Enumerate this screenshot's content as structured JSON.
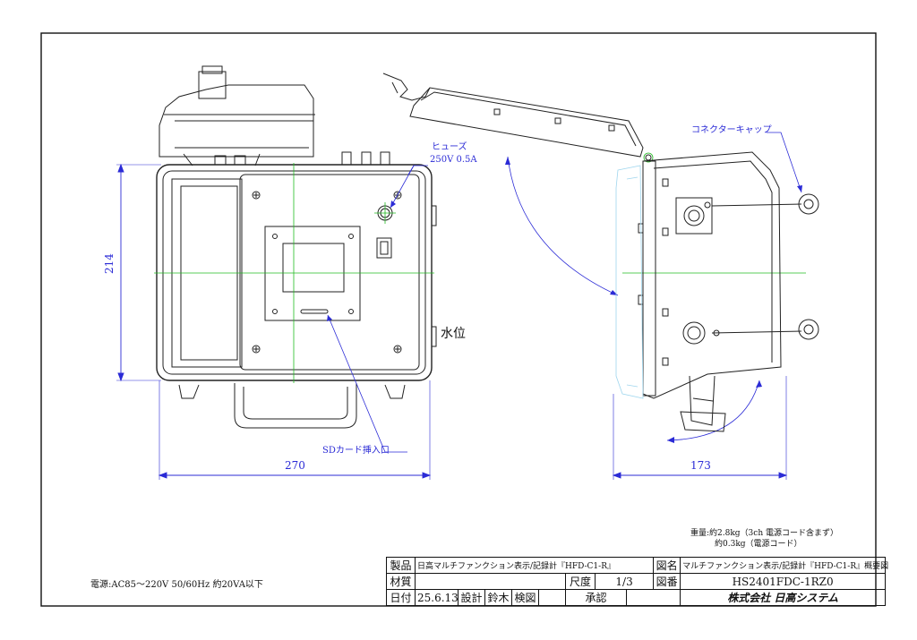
{
  "annotations": {
    "fuse_label": "ヒューズ",
    "fuse_rating": "250V 0.5A",
    "sd_slot": "SDカード挿入口",
    "level": "水位",
    "connector_cap": "コネクターキャップ"
  },
  "dimensions": {
    "height": "214",
    "width": "270",
    "depth": "173"
  },
  "weight": {
    "line1": "重量:約2.8kg（3ch 電源コード含まず）",
    "line2": "約0.3kg（電源コード）"
  },
  "power_note": "電源:AC85〜220V  50/60Hz  約20VA以下",
  "title_block": {
    "product_label": "製品",
    "product_value": "日高マルチファンクション表示/記録計『HFD-C1-R』",
    "drawing_name_label": "図名",
    "drawing_name_value": "マルチファンクション表示/記録計『HFD-C1-R』概要図",
    "material_label": "材質",
    "material_value": "",
    "scale_label": "尺度",
    "scale_value": "1/3",
    "drawing_no_label": "図番",
    "drawing_no_value": "HS2401FDC-1RZ0",
    "date_label": "日付",
    "date_value": "25.6.13",
    "design_label": "設計",
    "design_value": "鈴木",
    "check_label": "検図",
    "check_value": "",
    "approve_label": "承認",
    "approve_value": "",
    "company": "株式会社 日高システム"
  }
}
